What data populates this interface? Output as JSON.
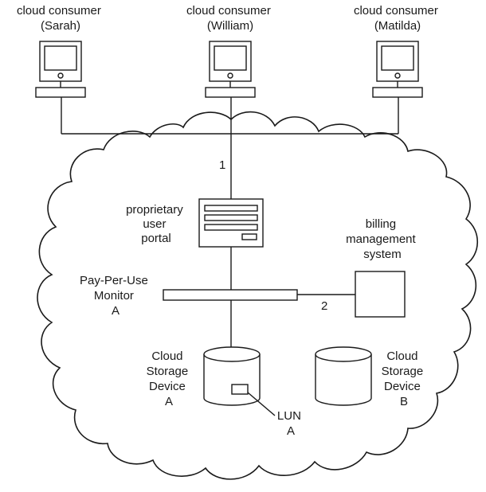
{
  "consumers": [
    {
      "line1": "cloud consumer",
      "line2": "(Sarah)"
    },
    {
      "line1": "cloud consumer",
      "line2": "(William)"
    },
    {
      "line1": "cloud consumer",
      "line2": "(Matilda)"
    }
  ],
  "portal": {
    "lines": [
      "proprietary",
      "user",
      "portal"
    ]
  },
  "billing": {
    "lines": [
      "billing",
      "management",
      "system"
    ]
  },
  "monitor": {
    "lines": [
      "Pay-Per-Use",
      "Monitor",
      "A"
    ]
  },
  "storage_a": {
    "lines": [
      "Cloud",
      "Storage",
      "Device",
      "A"
    ]
  },
  "storage_b": {
    "lines": [
      "Cloud",
      "Storage",
      "Device",
      "B"
    ]
  },
  "lun": {
    "lines": [
      "LUN",
      "A"
    ]
  },
  "steps": {
    "step1": "1",
    "step2": "2"
  }
}
